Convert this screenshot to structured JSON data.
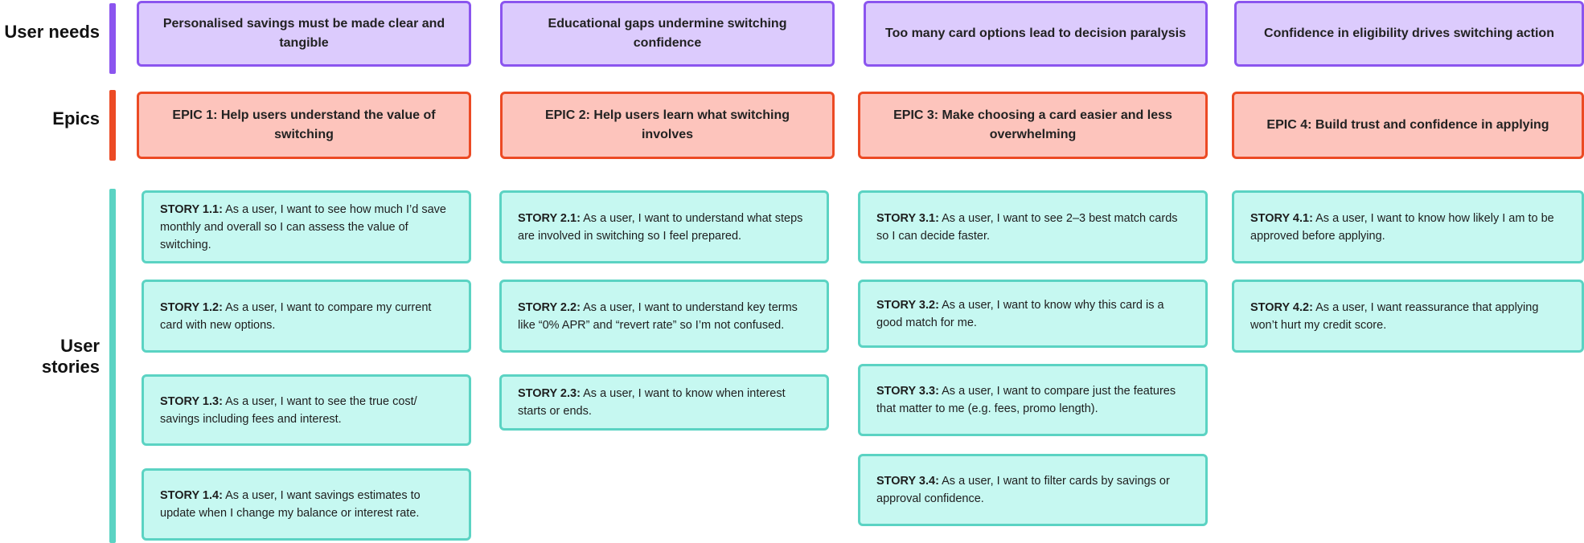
{
  "rows": {
    "needs_label": "User needs",
    "epics_label": "Epics",
    "stories_label": "User stories"
  },
  "colors": {
    "needs_fill": "#dccbfd",
    "needs_border": "#8b55ef",
    "epics_fill": "#fdc4bc",
    "epics_border": "#ec4a24",
    "stories_fill": "#c6f8f1",
    "stories_border": "#5bd3c3"
  },
  "columns": [
    {
      "need": "Personalised savings must be made clear and tangible",
      "epic": "EPIC 1: Help users understand the value of switching",
      "stories": [
        {
          "id": "STORY 1.1:",
          "text": "As a user, I want to see how much I’d save monthly and overall so I can assess the value of switching."
        },
        {
          "id": "STORY 1.2:",
          "text": "As a user, I want to compare my current card with new options."
        },
        {
          "id": "STORY 1.3:",
          "text": "As a user, I want to see the true cost/ savings including fees and interest."
        },
        {
          "id": "STORY 1.4:",
          "text": "As a user, I want savings estimates to update when I change my balance or interest rate."
        }
      ]
    },
    {
      "need": "Educational gaps undermine switching confidence",
      "epic": "EPIC 2: Help users learn what switching involves",
      "stories": [
        {
          "id": "STORY 2.1:",
          "text": "As a user, I want to understand what steps are involved in switching so I feel prepared."
        },
        {
          "id": "STORY 2.2:",
          "text": "As a user, I want to understand key terms like “0% APR” and “revert rate” so I’m not confused."
        },
        {
          "id": "STORY 2.3:",
          "text": "As a user, I want to know when interest starts or ends."
        }
      ]
    },
    {
      "need": "Too many card options lead to decision paralysis",
      "epic": "EPIC 3: Make choosing a card easier and less overwhelming",
      "stories": [
        {
          "id": "STORY 3.1:",
          "text": "As a user, I want to see 2–3 best match cards so I can decide faster."
        },
        {
          "id": "STORY 3.2:",
          "text": "As a user, I want to know why this card is a good match for me."
        },
        {
          "id": "STORY 3.3:",
          "text": "As a user, I want to compare just the features that matter to me (e.g. fees, promo length)."
        },
        {
          "id": "STORY 3.4:",
          "text": "As a user, I want to filter cards by savings or approval confidence."
        }
      ]
    },
    {
      "need": "Confidence in eligibility drives switching action",
      "epic": "EPIC 4: Build trust and confidence in applying",
      "stories": [
        {
          "id": "STORY 4.1:",
          "text": "As a user, I want to know how likely I am to be approved before applying."
        },
        {
          "id": "STORY 4.2:",
          "text": "As a user, I want reassurance that applying won’t hurt my credit score."
        }
      ]
    }
  ]
}
